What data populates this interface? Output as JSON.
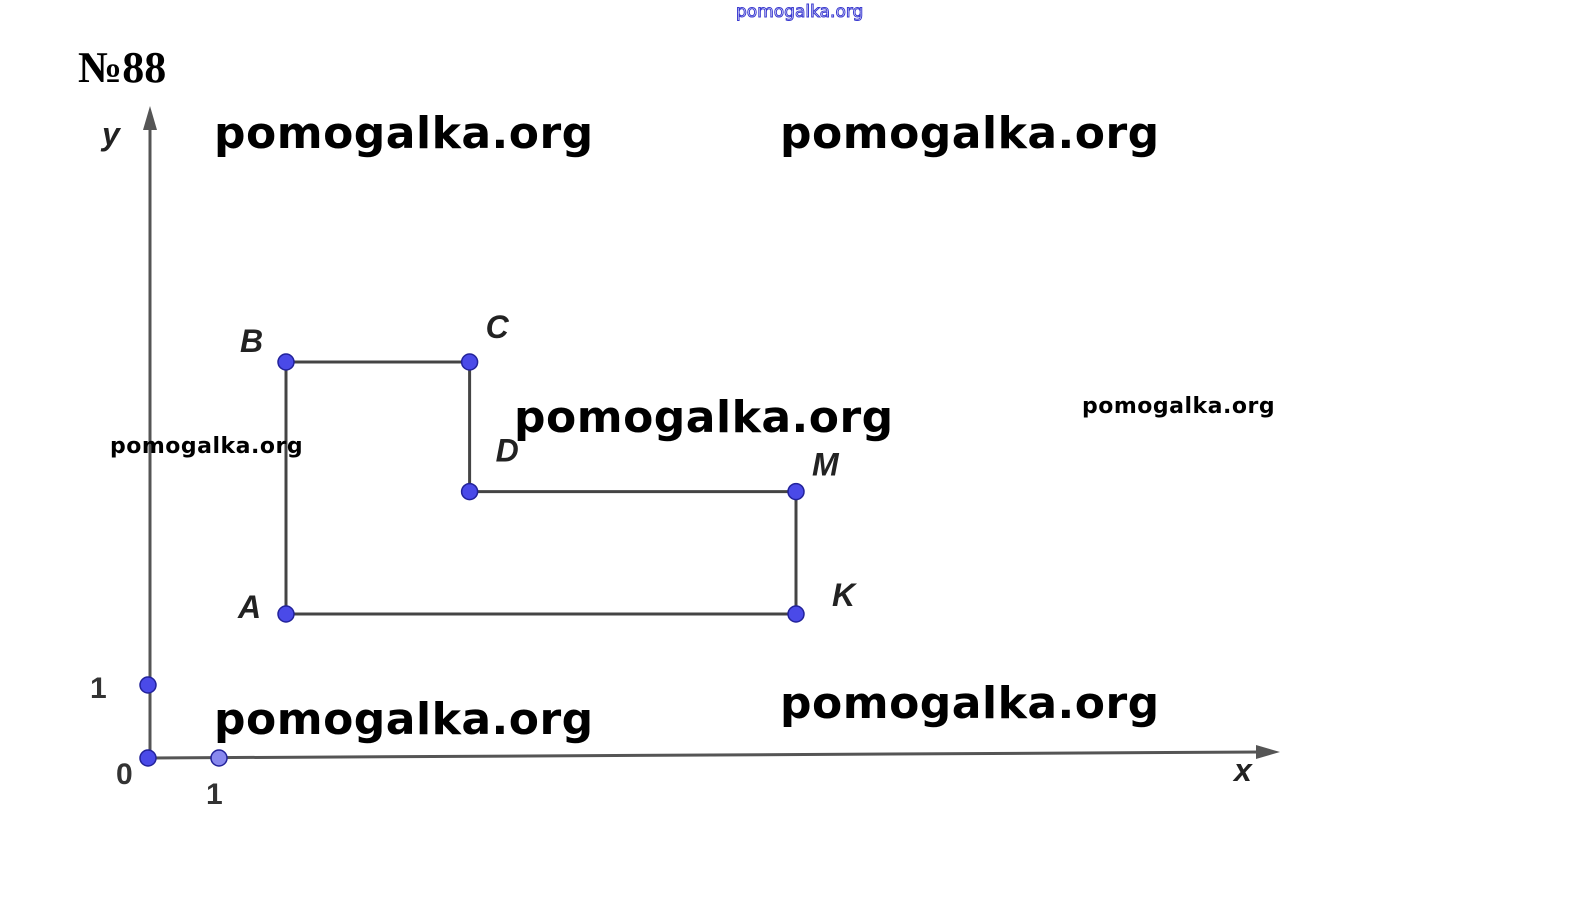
{
  "header": {
    "site_label": "pomogalka.org",
    "problem_number": "№88"
  },
  "watermarks": [
    "pomogalka.org",
    "pomogalka.org",
    "pomogalka.org",
    "pomogalka.org",
    "pomogalka.org",
    "pomogalka.org",
    "pomogalka.org"
  ],
  "axes": {
    "x_label": "x",
    "y_label": "y",
    "origin_label": "0",
    "x_unit_label": "1",
    "y_unit_label": "1"
  },
  "figure": {
    "points": [
      {
        "name": "A",
        "x": 2,
        "y": 2
      },
      {
        "name": "B",
        "x": 2,
        "y": 5.5
      },
      {
        "name": "C",
        "x": 4.7,
        "y": 5.5
      },
      {
        "name": "D",
        "x": 4.7,
        "y": 3.7
      },
      {
        "name": "M",
        "x": 9.5,
        "y": 3.7
      },
      {
        "name": "K",
        "x": 9.5,
        "y": 2
      }
    ],
    "polygon_order": [
      "A",
      "B",
      "C",
      "D",
      "M",
      "K"
    ]
  },
  "colors": {
    "point_fill": "#4a4ae8",
    "unit_point_fill": "#8888ee",
    "line": "#444444",
    "axis": "#555555"
  }
}
